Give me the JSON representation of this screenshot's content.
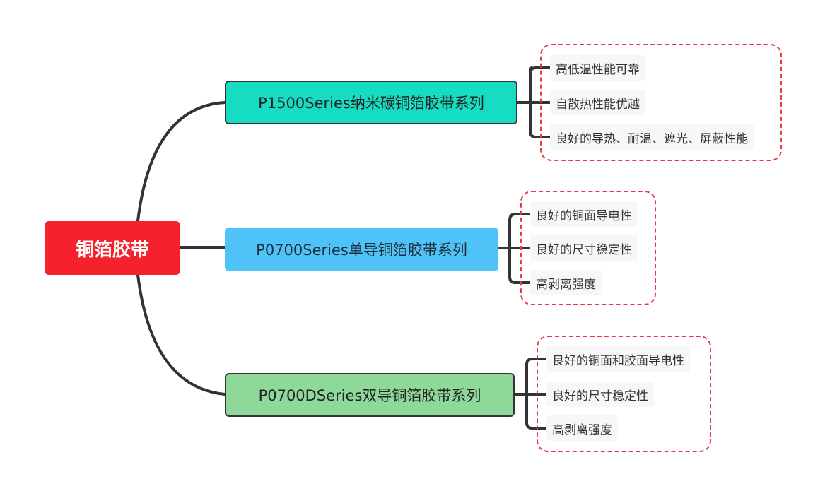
{
  "root": {
    "label": "铜箔胶带",
    "color": "#f5222d"
  },
  "branches": [
    {
      "label": "P1500Series纳米碳铜箔胶带系列",
      "color": "#16dcc4",
      "leaves": [
        "高低温性能可靠",
        "自散热性能优越",
        "良好的导热、耐温、遮光、屏蔽性能"
      ]
    },
    {
      "label": "P0700Series单导铜箔胶带系列",
      "color": "#4fc3f7",
      "leaves": [
        "良好的铜面导电性",
        "良好的尺寸稳定性",
        "高剥离强度"
      ]
    },
    {
      "label": "P0700DSeries双导铜箔胶带系列",
      "color": "#8ed99a",
      "leaves": [
        "良好的铜面和胶面导电性",
        "良好的尺寸稳定性",
        "高剥离强度"
      ]
    }
  ],
  "group_border_color": "#e8384a",
  "connector_color": "#333333"
}
